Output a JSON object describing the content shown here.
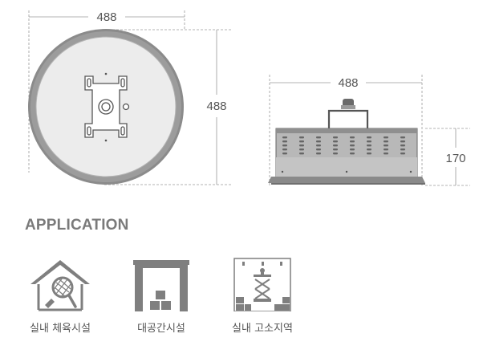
{
  "dimensions": {
    "round_width": "488",
    "round_height": "488",
    "side_width": "488",
    "side_height": "170"
  },
  "application": {
    "title": "APPLICATION",
    "items": [
      {
        "label": "실내 체육시설",
        "icon": "indoor-sports-icon"
      },
      {
        "label": "대공간시설",
        "icon": "large-space-icon"
      },
      {
        "label": "실내 고소지역",
        "icon": "high-ceiling-icon"
      }
    ]
  },
  "colors": {
    "rim": "#8b8b8b",
    "plate": "#ececec",
    "icon": "#7f7f7f",
    "dimension_line": "#9a9a9a"
  }
}
